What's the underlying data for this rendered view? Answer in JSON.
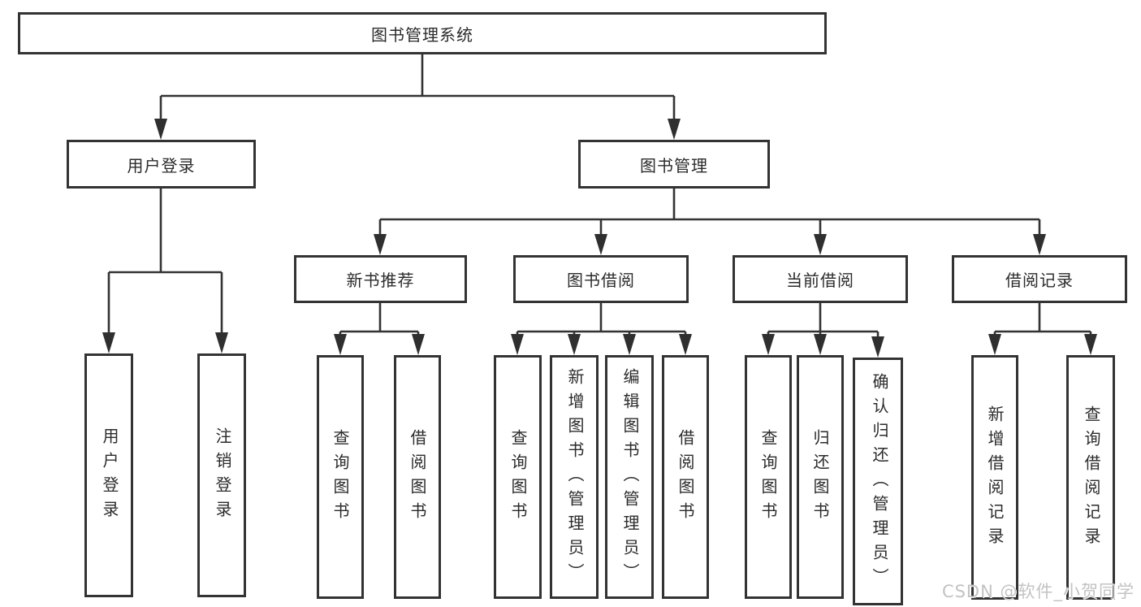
{
  "diagram": {
    "title": "图书管理系统",
    "level2": {
      "user_login": "用户登录",
      "book_management": "图书管理"
    },
    "level3": {
      "new_book_recommend": "新书推荐",
      "book_borrowing": "图书借阅",
      "current_borrowing": "当前借阅",
      "borrowing_records": "借阅记录"
    },
    "leaves": {
      "user_login": [
        "用户登录",
        "注销登录"
      ],
      "new_book_recommend": [
        "查询图书",
        "借阅图书"
      ],
      "book_borrowing": [
        "查询图书",
        "新增图书（管理员）",
        "编辑图书（管理员）",
        "借阅图书"
      ],
      "current_borrowing": [
        "查询图书",
        "归还图书",
        "确认归还（管理员）"
      ],
      "borrowing_records": [
        "新增借阅记录",
        "查询借阅记录"
      ]
    },
    "colors": {
      "line": "#333333",
      "text": "#2b2b2b",
      "background": "#ffffff",
      "watermark": "#c3c3c3"
    }
  },
  "watermark": {
    "text": "CSDN @软件_小贺同学"
  }
}
